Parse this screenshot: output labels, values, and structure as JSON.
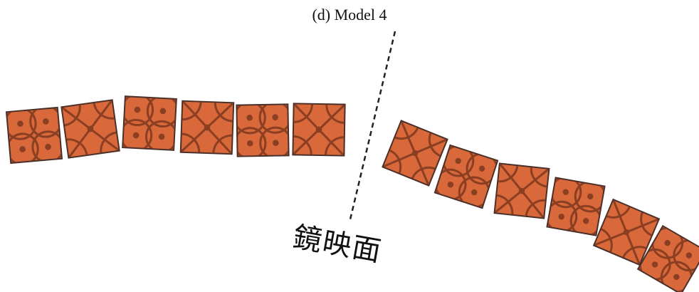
{
  "figure": {
    "caption": "(d) Model 4",
    "mirror_label": "鏡映面"
  },
  "tiles": {
    "fill_color": "#d9683a",
    "pattern_color": "#8a3e22",
    "left_row": [
      {
        "pattern": "circles"
      },
      {
        "pattern": "cross"
      },
      {
        "pattern": "circles"
      },
      {
        "pattern": "cross"
      },
      {
        "pattern": "circles"
      },
      {
        "pattern": "cross"
      }
    ],
    "right_row": [
      {
        "pattern": "cross"
      },
      {
        "pattern": "circles"
      },
      {
        "pattern": "cross"
      },
      {
        "pattern": "circles"
      },
      {
        "pattern": "cross"
      },
      {
        "pattern": "circles"
      }
    ]
  }
}
